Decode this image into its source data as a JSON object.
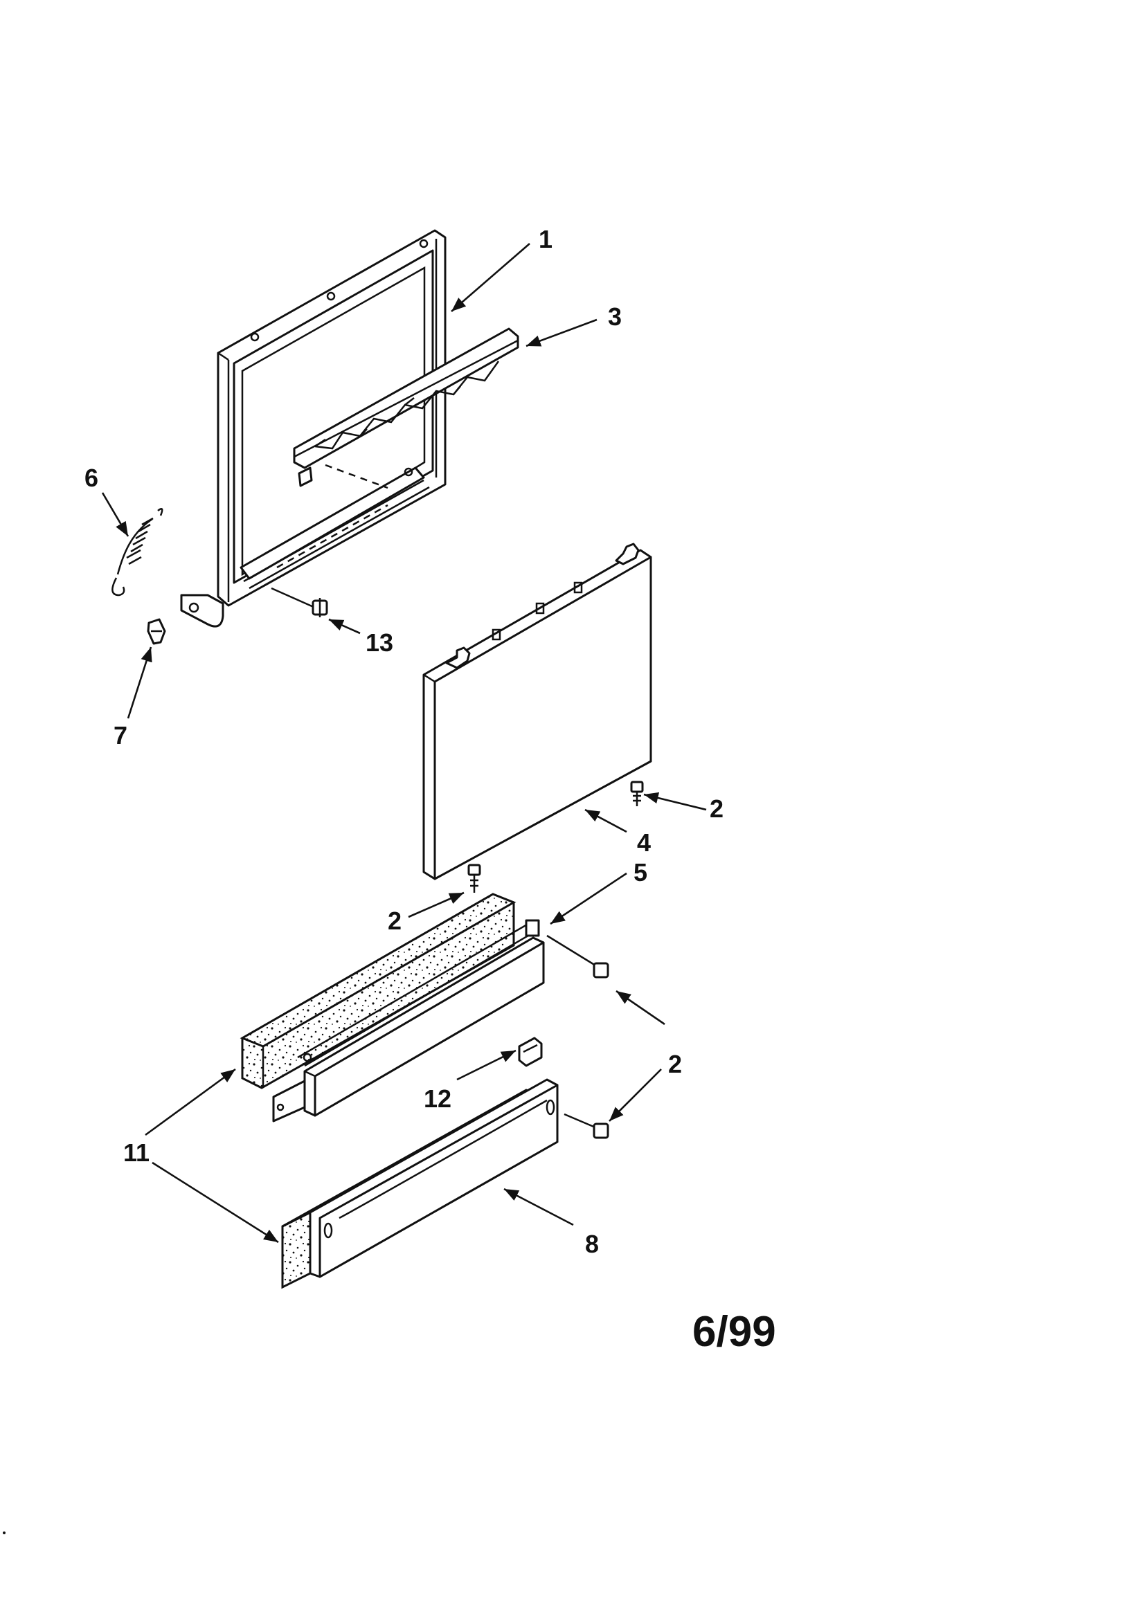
{
  "callouts": {
    "door_frame": "1",
    "screw_panel_right": "2",
    "screw_panel_bottom": "2",
    "screw_toe_upper": "2",
    "screw_toe_lower": "2",
    "rack_bracket": "3",
    "door_panel": "4",
    "access_panel": "5",
    "spring": "6",
    "clip": "7",
    "toe_kick_panel": "8",
    "insulation": "11",
    "spring_nut": "12",
    "frame_screw": "13"
  },
  "revision_date": "6/99",
  "colors": {
    "line": "#111111",
    "background": "#ffffff"
  }
}
